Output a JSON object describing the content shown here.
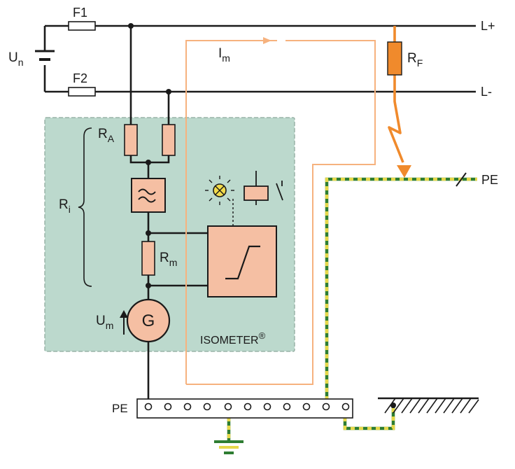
{
  "labels": {
    "un_main": "U",
    "un_sub": "n",
    "f1": "F1",
    "f2": "F2",
    "l_plus": "L+",
    "l_minus": "L-",
    "im_main": "I",
    "im_sub": "m",
    "rf_main": "R",
    "rf_sub": "F",
    "pe_right": "PE",
    "ra_main": "R",
    "ra_sub": "A",
    "ri_main": "R",
    "ri_sub": "i",
    "rm_main": "R",
    "rm_sub": "m",
    "um_main": "U",
    "um_sub": "m",
    "g": "G",
    "isometer": "ISOMETER",
    "isometer_reg": "®",
    "pe_bar": "PE"
  },
  "colors": {
    "wire": "#1a1a1a",
    "panel": "#bcd9cd",
    "panel_border": "#8aa79a",
    "component_fill": "#f5bfa3",
    "measure_current": "#f6b27e",
    "fault_current": "#f08a2c",
    "rf_fill": "#f08a2c",
    "pe_green": "#2e7d32",
    "pe_yellow": "#e6d84a",
    "lamp_fill": "#f3dc4c"
  }
}
